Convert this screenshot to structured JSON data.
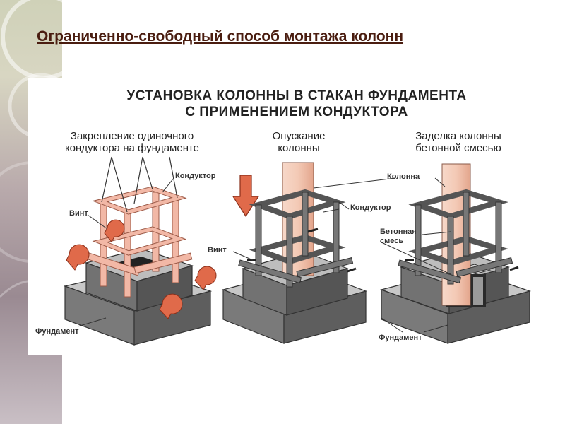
{
  "slide": {
    "title": "Ограниченно-свободный способ монтажа колонн"
  },
  "figure": {
    "title_line1": "УСТАНОВКА КОЛОННЫ В СТАКАН ФУНДАМЕНТА",
    "title_line2": "С ПРИМЕНЕНИЕМ КОНДУКТОРА",
    "panels": [
      {
        "caption_line1": "Закрепление одиночного",
        "caption_line2": "кондуктора на фундаменте",
        "labels": {
          "conductor": "Кондуктор",
          "screw": "Винт",
          "foundation": "Фундамент"
        }
      },
      {
        "caption_line1": "Опускание",
        "caption_line2": "колонны",
        "labels": {
          "conductor": "Кондуктор",
          "screw": "Винт"
        }
      },
      {
        "caption_line1": "Заделка колонны",
        "caption_line2": "бетонной смесью",
        "labels": {
          "column": "Колонна",
          "concrete_line1": "Бетонная",
          "concrete_line2": "смесь",
          "foundation": "Фундамент"
        }
      }
    ]
  },
  "colors": {
    "title": "#4a1d10",
    "conductor_pink": "#f2b8a6",
    "conductor_pink_dark": "#b86a52",
    "arrow": "#e06a4a",
    "column": "#f3c9b5",
    "concrete": "#8a8a8a",
    "foundation_top": "#bdbdbd",
    "foundation_side": "#6b6b6b"
  }
}
